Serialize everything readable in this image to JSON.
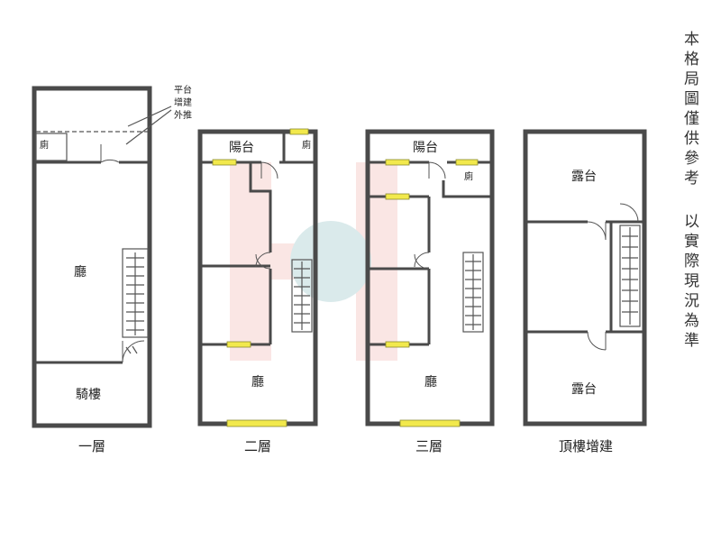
{
  "floors": [
    {
      "name": "一層",
      "rooms": {
        "hall": "廳",
        "toilet": "廁",
        "arcade": "騎樓"
      },
      "annotation": [
        "平台",
        "增建",
        "外推"
      ]
    },
    {
      "name": "二層",
      "rooms": {
        "balcony": "陽台",
        "toilet": "廁",
        "hall": "廳"
      }
    },
    {
      "name": "三層",
      "rooms": {
        "balcony": "陽台",
        "toilet": "廁",
        "hall": "廳"
      }
    },
    {
      "name": "頂樓增建",
      "rooms": {
        "terrace_top": "露台",
        "terrace_bottom": "露台"
      }
    }
  ],
  "disclaimer": {
    "line1": "本格局圖僅供參考",
    "line2": "以實際現況為準"
  },
  "colors": {
    "wall": "#4a4a4a",
    "window": "#f2e94c",
    "watermark_red": "#f6d2cf",
    "watermark_teal": "#bcd9dc"
  }
}
